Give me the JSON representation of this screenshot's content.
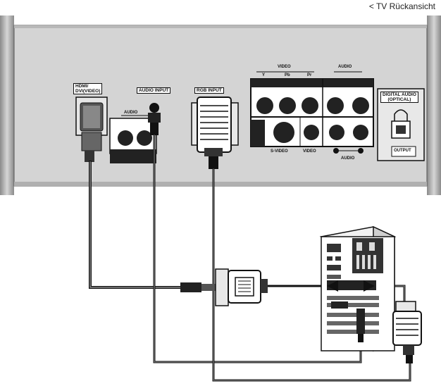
{
  "title": "< TV Rückansicht",
  "panel_labels": {
    "hdmi": "HDMI/\nDVI(VIDEO)",
    "audio_input": "AUDIO INPUT",
    "rgb_input": "RGB INPUT",
    "audio_small": "AUDIO",
    "video_group": "VIDEO",
    "audio_group": "AUDIO",
    "y": "Y",
    "pb": "Pb",
    "pr": "Pr",
    "s_video": "S-VIDEO",
    "video": "VIDEO",
    "audio_bottom": "AUDIO",
    "digital_audio": "DIGITAL AUDIO\n(OPTICAL)",
    "output": "OUTPUT"
  }
}
